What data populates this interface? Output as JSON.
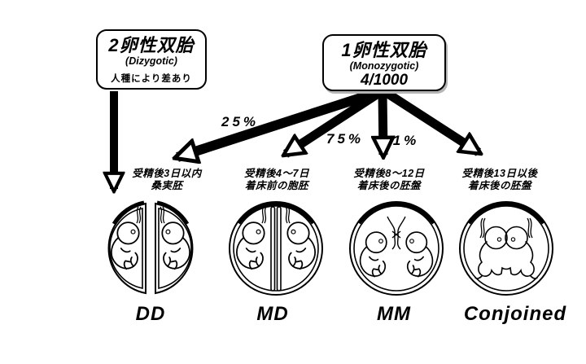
{
  "page": {
    "background": "#ffffff",
    "ink": "#000000"
  },
  "boxes": {
    "dizygotic": {
      "title": "2卵性双胎",
      "subtitle": "(Dizygotic)",
      "note": "人種により差あり"
    },
    "monozygotic": {
      "title": "1卵性双胎",
      "subtitle": "(Monozygotic)",
      "rate": "4/1000"
    }
  },
  "branch_percents": {
    "to_dd": "25%",
    "to_md": "75%",
    "to_mm": "1%"
  },
  "stages": [
    {
      "timing": "受精後3日以内",
      "structure": "桑実胚",
      "result": "DD"
    },
    {
      "timing": "受精後4〜7日",
      "structure": "着床前の胞胚",
      "result": "MD"
    },
    {
      "timing": "受精後8〜12日",
      "structure": "着床後の胚盤",
      "result": "MM"
    },
    {
      "timing": "受精後13日以後",
      "structure": "着床後の胚盤",
      "result": "Conjoined"
    }
  ]
}
